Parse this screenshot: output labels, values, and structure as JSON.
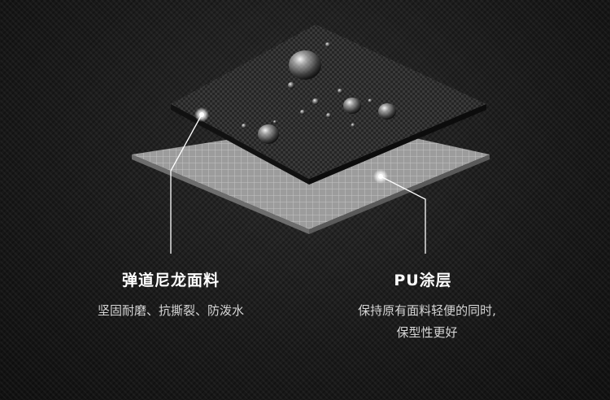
{
  "left": {
    "title": "弹道尼龙面料",
    "desc": "坚固耐磨、抗撕裂、防泼水"
  },
  "right": {
    "title": "PU涂层",
    "desc_line1": "保持原有面料轻便的同时,",
    "desc_line2": "保型性更好"
  },
  "colors": {
    "background": "#1b1b1b",
    "nylon_layer": "#2a2a2a",
    "pu_layer": "#9a9a9a",
    "text": "#ffffff"
  }
}
